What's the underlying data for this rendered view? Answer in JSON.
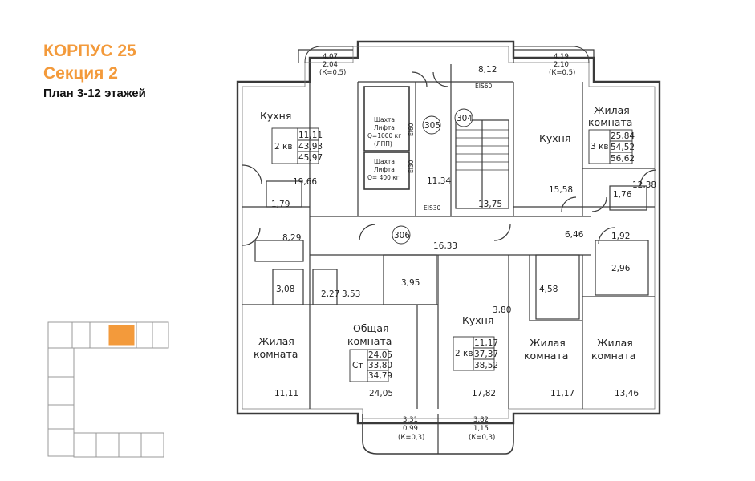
{
  "header": {
    "building": "КОРПУС 25",
    "section": "Секция 2",
    "plan": "План 3-12 этажей"
  },
  "colors": {
    "accent": "#f39a3b",
    "wall": "#555555",
    "line": "#222222"
  },
  "rooms": {
    "kitchen_nw": "Кухня",
    "kitchen_ne": "Кухня",
    "kitchen_s": "Кухня",
    "living_ne_1": "Жилая",
    "living_ne_2": "комната",
    "living_w_1": "Жилая",
    "living_w_2": "комната",
    "common_1": "Общая",
    "common_2": "комната",
    "living_se1_1": "Жилая",
    "living_se1_2": "комната",
    "living_se2_1": "Жилая",
    "living_se2_2": "комната"
  },
  "apartments": {
    "nw": {
      "type": "2 кв",
      "v1": "11,11",
      "v2": "43,93",
      "v3": "45,97"
    },
    "ne": {
      "type": "3 кв",
      "v1": "25,84",
      "v2": "54,52",
      "v3": "56,62"
    },
    "s": {
      "type": "2 кв",
      "v1": "11,17",
      "v2": "37,37",
      "v3": "38,52"
    },
    "w": {
      "type": "Ст",
      "v1": "24,05",
      "v2": "33,80",
      "v3": "34,79"
    }
  },
  "areas": {
    "kitchen_nw": "19,66",
    "bath_nw": "1,79",
    "corr_w": "8,29",
    "bath_w": "3,08",
    "toilet_w": "2,27",
    "hall_c": "3,53",
    "bath_c": "3,95",
    "hall_lift": "11,34",
    "stair": "13,75",
    "kitchen_ne": "15,58",
    "living_ne": "12,38",
    "bath_ne": "1,76",
    "corr_ne": "6,46",
    "bath_ne2": "1,92",
    "bath_ne3": "2,96",
    "hall_s": "3,80",
    "bath_s": "4,58",
    "corridor": "16,33",
    "living_w": "11,11",
    "common": "24,05",
    "kitchen_s": "17,82",
    "living_se1": "11,17",
    "living_se2": "13,46",
    "vest_top": "8,12"
  },
  "balconies": {
    "nw": {
      "a": "4,07",
      "b": "2,04",
      "k": "(К=0,5)"
    },
    "ne": {
      "a": "4,19",
      "b": "2,10",
      "k": "(К=0,5)"
    },
    "sw": {
      "a": "3,31",
      "b": "0,99",
      "k": "(К=0,3)"
    },
    "se": {
      "a": "3,82",
      "b": "1,15",
      "k": "(К=0,3)"
    }
  },
  "shafts": {
    "lift1_a": "Шахта",
    "lift1_b": "Лифта",
    "lift1_c": "Q=1000 кг",
    "lift1_d": "(ЛПП)",
    "lift2_a": "Шахта",
    "lift2_b": "Лифта",
    "lift2_c": "Q= 400 кг"
  },
  "marks": {
    "m305": "305",
    "m304": "304",
    "m306": "306",
    "ei60": "EI60",
    "eis60": "EIS60",
    "ei30": "EI30",
    "eis30": "EIS30"
  }
}
